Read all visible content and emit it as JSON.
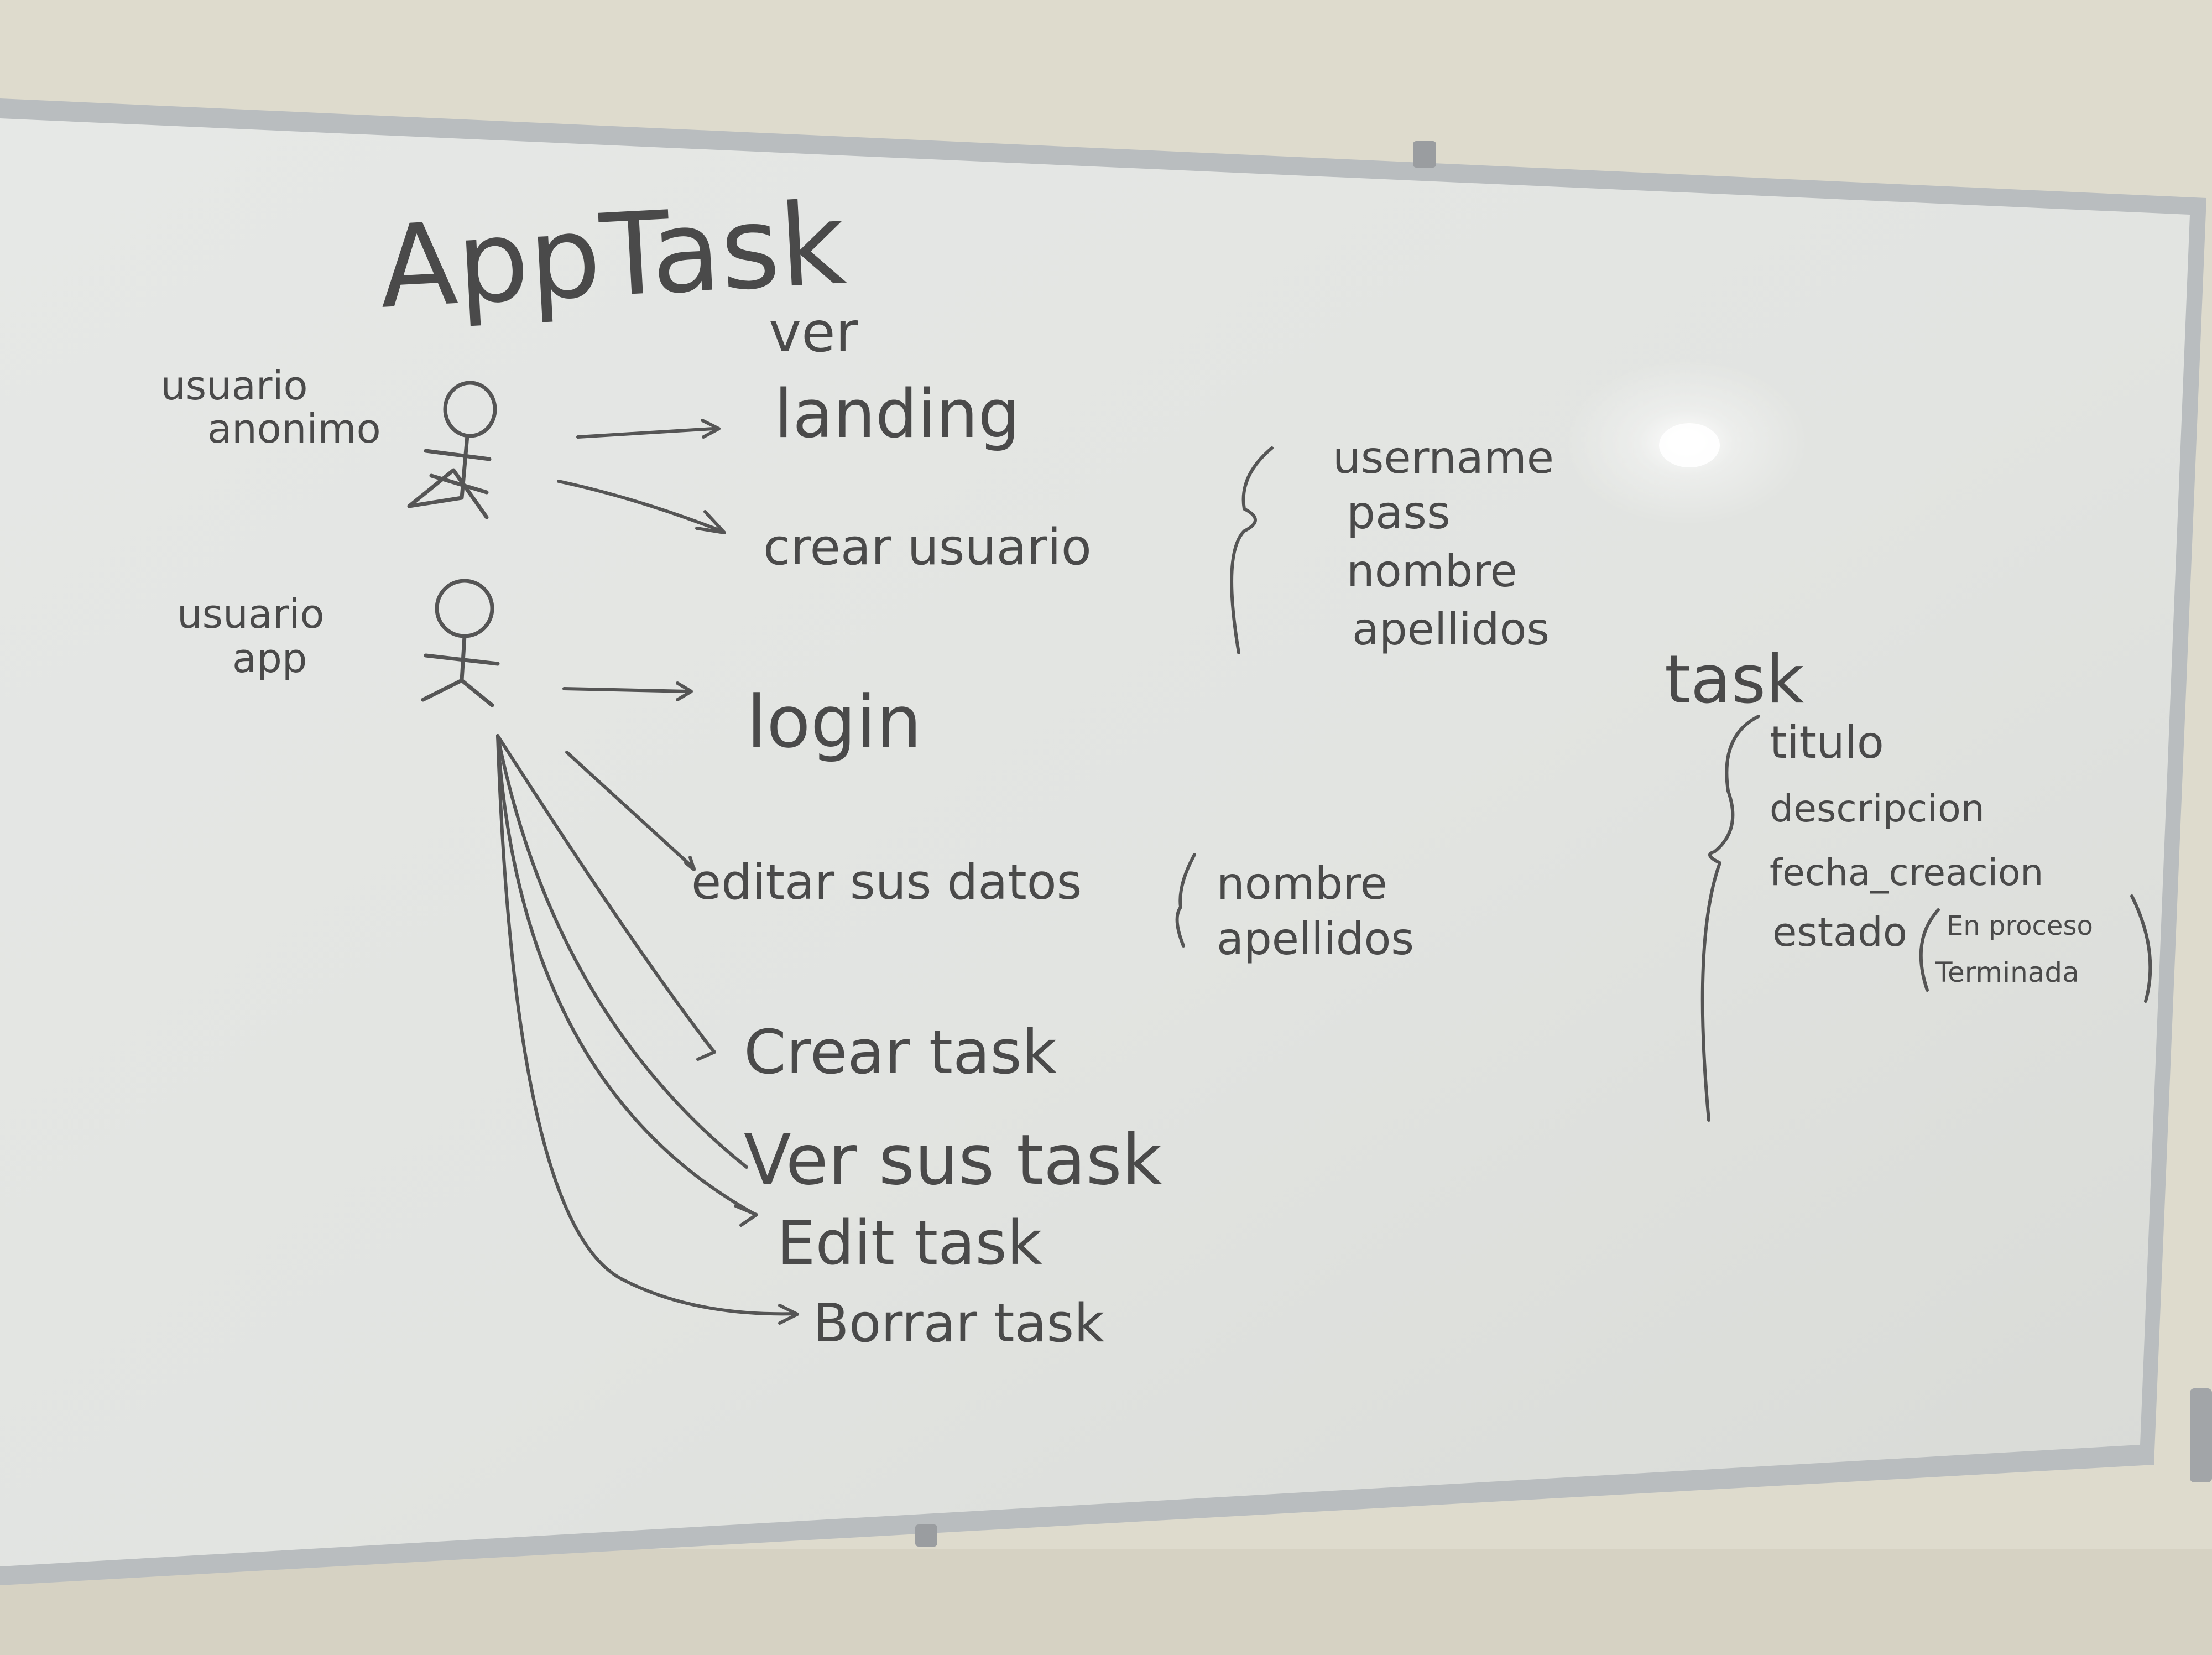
{
  "board": {
    "title": "AppTask",
    "actors": [
      {
        "label_line1": "usuario",
        "label_line2": "anonimo"
      },
      {
        "label_line1": "usuario",
        "label_line2": "app"
      }
    ],
    "anonymous_actions": [
      {
        "label_line1": "ver",
        "label_line2": "landing"
      },
      {
        "label": "crear usuario"
      }
    ],
    "crear_usuario_fields": [
      "username",
      "pass",
      "nombre",
      "apellidos"
    ],
    "app_actions": {
      "login": "login",
      "editar": "editar sus datos",
      "crear_task": "Crear task",
      "ver_task": "Ver sus task",
      "edit_task": "Edit task",
      "borrar_task": "Borrar task"
    },
    "editar_fields": [
      "nombre",
      "apellidos"
    ],
    "task_entity": {
      "name": "task",
      "fields": [
        "titulo",
        "descripcion",
        "fecha_creacion",
        "estado"
      ],
      "estado_values": [
        "En proceso",
        "Terminada"
      ]
    }
  },
  "colors": {
    "wall": "#d9d6c8",
    "board": "#e4e6e3",
    "frame": "#b8bcbe",
    "marker": "#4a4a4a"
  }
}
